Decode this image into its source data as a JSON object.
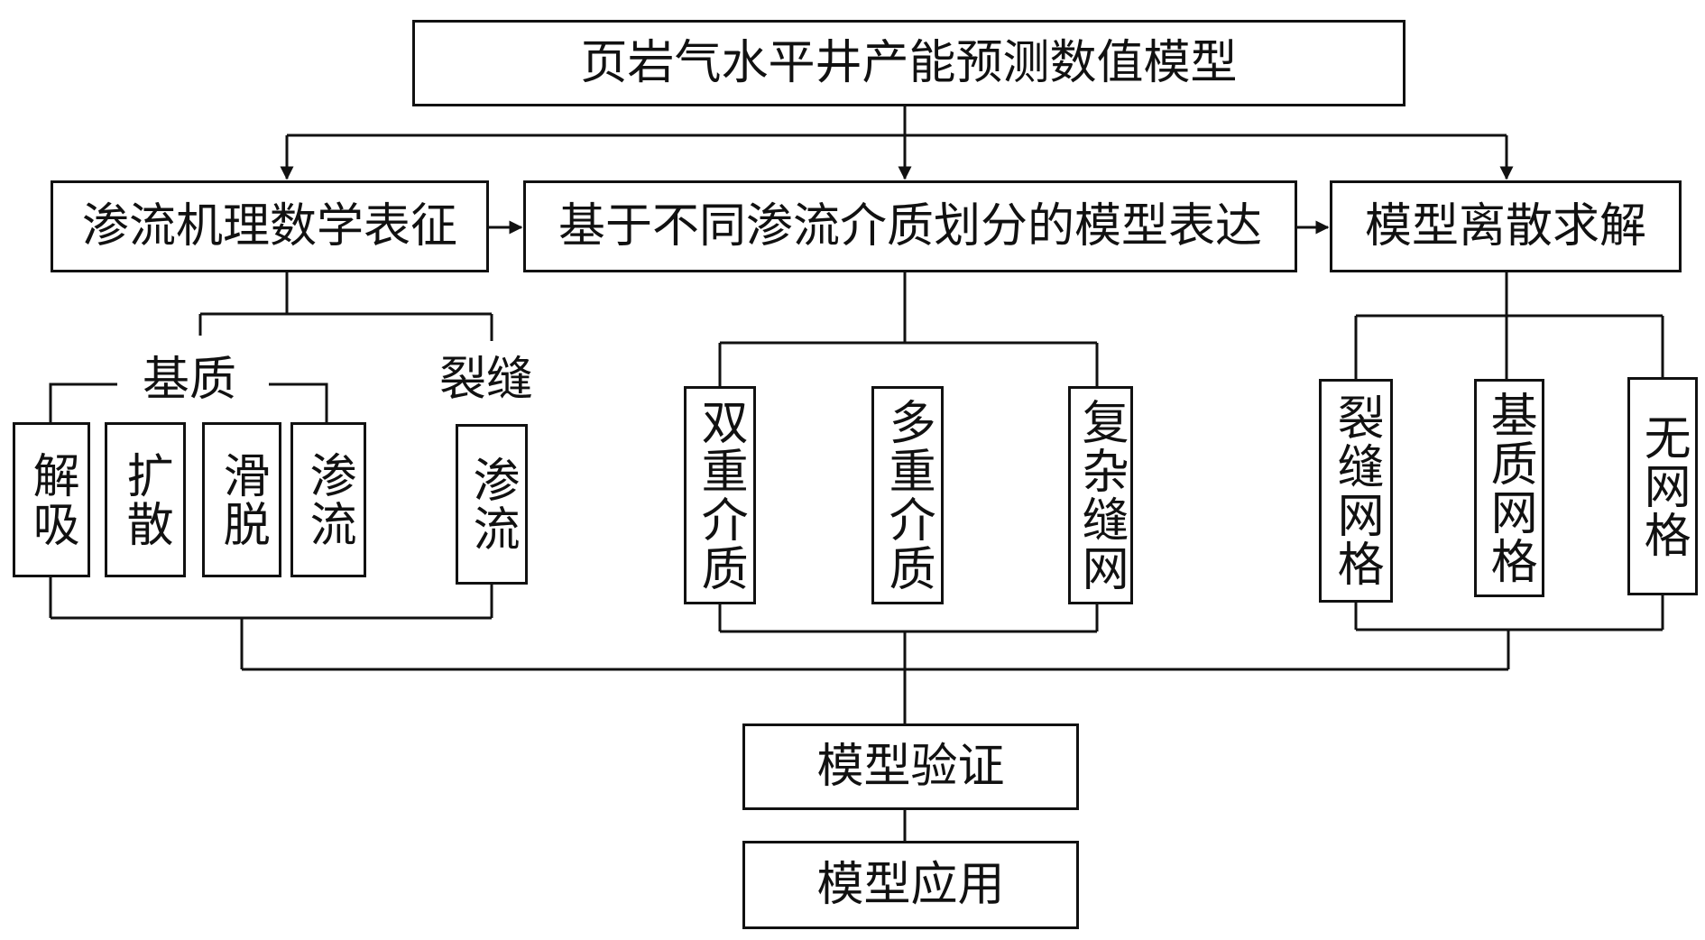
{
  "title": "页岩气水平井产能预测数值模型",
  "level2": {
    "left": "渗流机理数学表征",
    "middle": "基于不同渗流介质划分的模型表达",
    "right": "模型离散求解"
  },
  "left_branch": {
    "matrix_label": "基质",
    "fracture_label": "裂缝",
    "matrix_items": [
      "解吸",
      "扩散",
      "滑脱",
      "渗流"
    ],
    "fracture_items": [
      "渗流"
    ]
  },
  "middle_branch": {
    "items": [
      "双重介质",
      "多重介质",
      "复杂缝网"
    ]
  },
  "right_branch": {
    "items": [
      "裂缝网格",
      "基质网格",
      "无网格"
    ]
  },
  "bottom": {
    "validation": "模型验证",
    "application": "模型应用"
  }
}
